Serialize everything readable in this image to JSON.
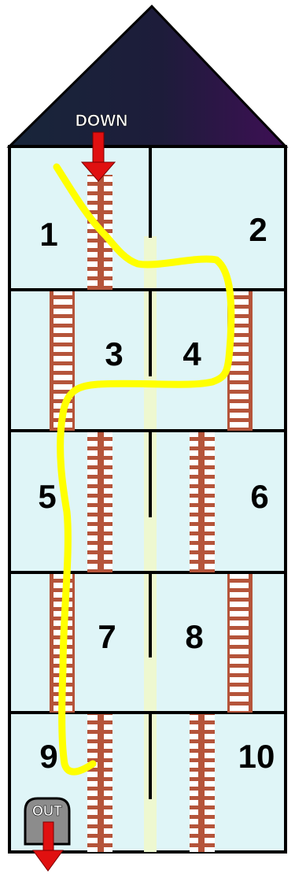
{
  "labels": {
    "entrance": "DOWN",
    "exit": "OUT"
  },
  "rooms": [
    {
      "number": "1"
    },
    {
      "number": "2"
    },
    {
      "number": "3"
    },
    {
      "number": "4"
    },
    {
      "number": "5"
    },
    {
      "number": "6"
    },
    {
      "number": "7"
    },
    {
      "number": "8"
    },
    {
      "number": "9"
    },
    {
      "number": "10"
    }
  ],
  "colors": {
    "room_fill": "#dff5f7",
    "wall": "#000000",
    "roof_left": "#1b2a3a",
    "roof_right": "#3a1052",
    "ladder": "#b5543a",
    "path": "#ffff00",
    "arrow": "#e01010",
    "exit_door": "#8c8c8c",
    "light_strip": "#eef8d0"
  },
  "icons": {
    "entrance_arrow": "down-arrow-icon",
    "exit_arrow": "down-arrow-icon"
  }
}
